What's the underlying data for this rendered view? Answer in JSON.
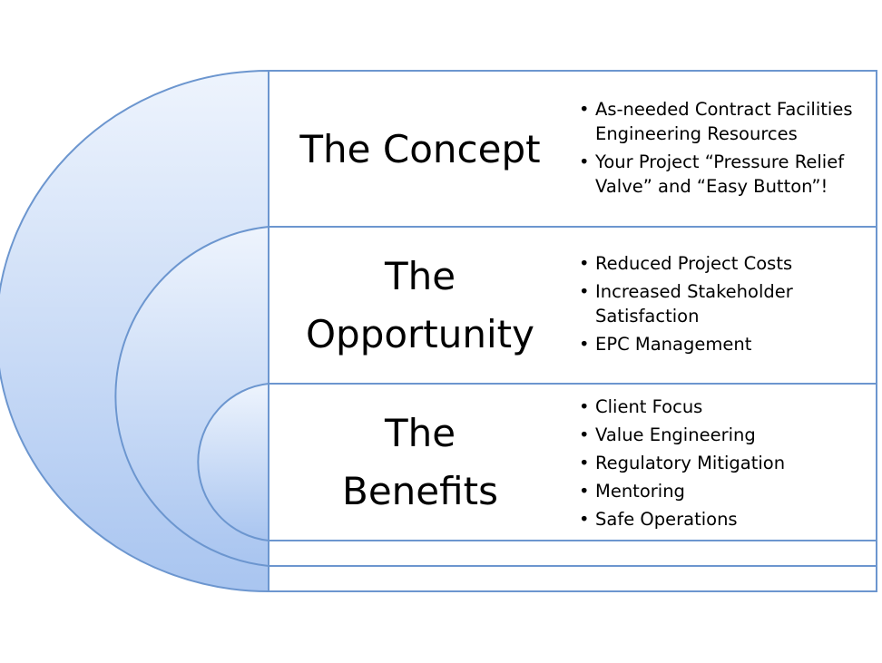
{
  "colors": {
    "arc_fill_light": "#eef4fd",
    "arc_fill_dark": "#a9c5f0",
    "border": "#6c96cf",
    "panel_fill": "#ffffff",
    "text": "#000000"
  },
  "concept": {
    "title": "The Concept",
    "bullets": [
      "As-needed Contract Facilities Engineering Resources",
      "Your Project “Pressure Relief Valve” and “Easy Button”!"
    ]
  },
  "opportunity": {
    "title_line1": "The",
    "title_line2": "Opportunity",
    "bullets": [
      "Reduced Project Costs",
      "Increased Stakeholder Satisfaction",
      "EPC Management"
    ]
  },
  "benefits": {
    "title_line1": "The",
    "title_line2": "Benefits",
    "bullets": [
      "Client Focus",
      "Value Engineering",
      "Regulatory Mitigation",
      "Mentoring",
      "Safe Operations"
    ]
  }
}
